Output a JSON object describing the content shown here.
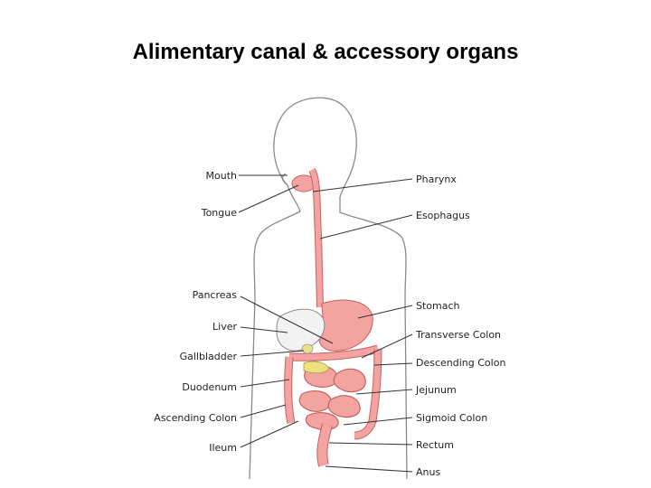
{
  "title": "Alimentary canal & accessory organs",
  "colors": {
    "tract": "#f4a4a0",
    "tract_stroke": "#c86060",
    "liver": "#f2f2f2",
    "gallbladder": "#e8e28a",
    "pancreas": "#eee080"
  },
  "labels": {
    "left": [
      "Mouth",
      "Tongue",
      "Pancreas",
      "Liver",
      "Gallbladder",
      "Duodenum",
      "Ascending Colon",
      "Ileum"
    ],
    "right": [
      "Pharynx",
      "Esophagus",
      "Stomach",
      "Transverse Colon",
      "Descending Colon",
      "Jejunum",
      "Sigmoid Colon",
      "Rectum",
      "Anus"
    ]
  }
}
